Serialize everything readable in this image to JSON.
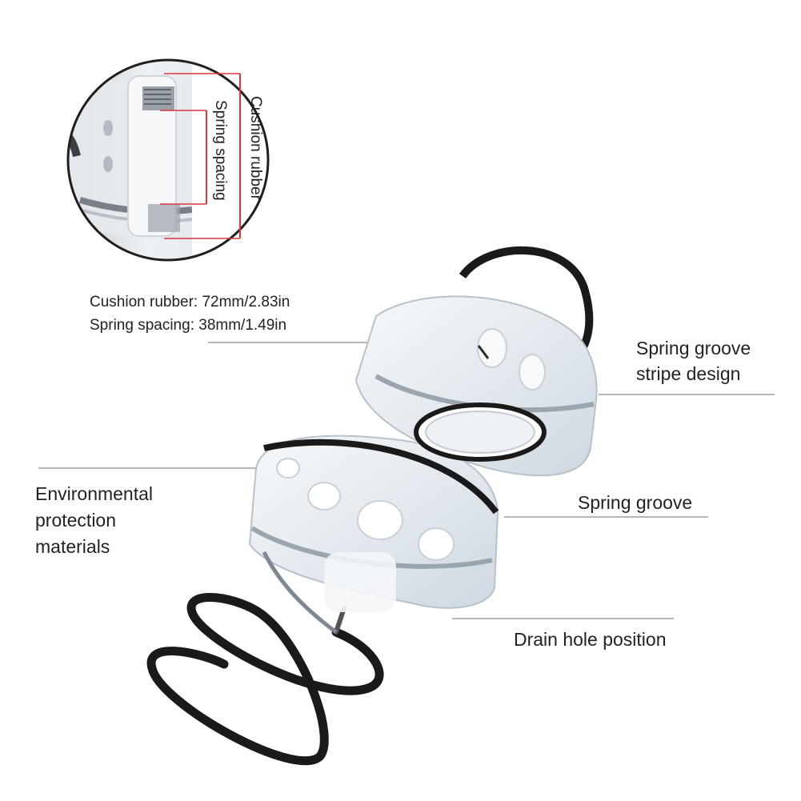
{
  "inset": {
    "cushion_label": "Cushion rubber",
    "spacing_label": "Spring spacing"
  },
  "specs": {
    "cushion": "Cushion rubber: 72mm/2.83in",
    "spacing": "Spring spacing: 38mm/1.49in"
  },
  "callouts": {
    "stripe_line1": "Spring groove",
    "stripe_line2": "stripe design",
    "env_line1": "Environmental",
    "env_line2": "protection",
    "env_line3": "materials",
    "groove": "Spring groove",
    "drain": "Drain hole position"
  },
  "colors": {
    "accent_red": "#d9363e",
    "spring_black": "#1a1a1a",
    "rubber": "#e9eef3",
    "leader_line": "#8a8a8a"
  }
}
